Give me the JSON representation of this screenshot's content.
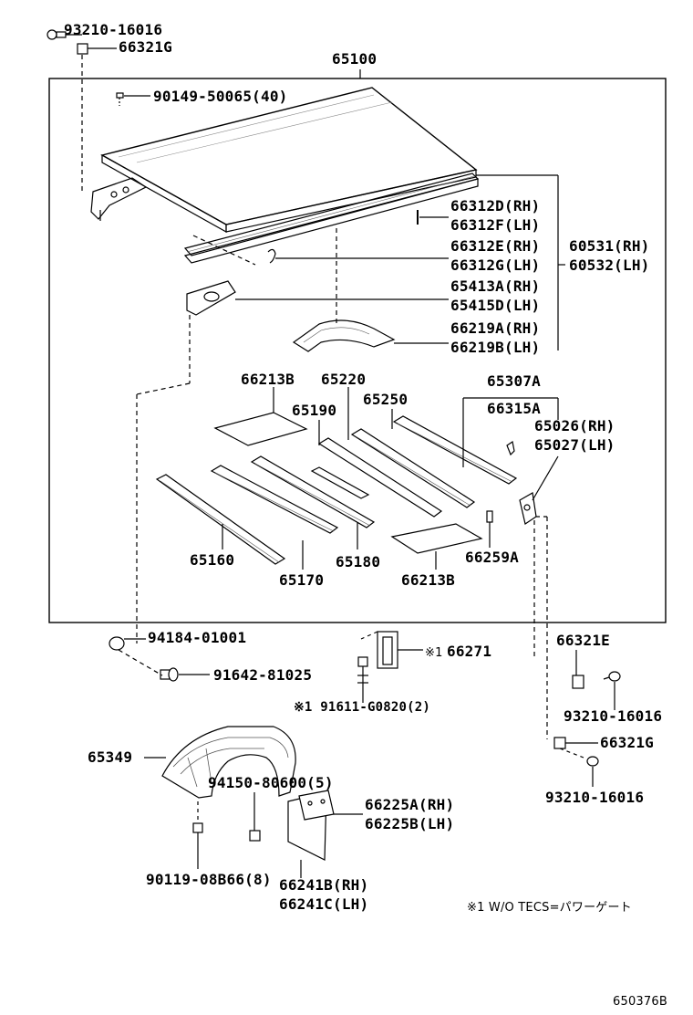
{
  "diagram": {
    "assembly_number": "65100",
    "figure_id": "650376B",
    "footnote": "※1 W/O TECS=パワーゲート",
    "part_labels": {
      "p93210_top": "93210-16016",
      "p66321G_top": "66321G",
      "p90149": "90149-50065(40)",
      "p66312D": "66312D(RH)",
      "p66312F": "66312F(LH)",
      "p66312E": "66312E(RH)",
      "p66312G": "66312G(LH)",
      "p60531": "60531(RH)",
      "p60532": "60532(LH)",
      "p65413A": "65413A(RH)",
      "p65415D": "65415D(LH)",
      "p66219A": "66219A(RH)",
      "p66219B": "66219B(LH)",
      "p66213B_top": "66213B",
      "p65220": "65220",
      "p65307A": "65307A",
      "p65190": "65190",
      "p65250": "65250",
      "p66315A": "66315A",
      "p65026": "65026(RH)",
      "p65027": "65027(LH)",
      "p65160": "65160",
      "p65180": "65180",
      "p66259A": "66259A",
      "p65170": "65170",
      "p66213B_bot": "66213B",
      "p94184": "94184-01001",
      "p91642": "91642-81025",
      "p66271": "66271",
      "p66271_mark": "※1",
      "p91611": "※1 91611-G0820(2)",
      "p66321E": "66321E",
      "p93210_mid": "93210-16016",
      "p66321G_bot": "66321G",
      "p93210_bot": "93210-16016",
      "p65349": "65349",
      "p94150": "94150-80600(5)",
      "p66225A": "66225A(RH)",
      "p66225B": "66225B(LH)",
      "p90119": "90119-08B66(8)",
      "p66241B": "66241B(RH)",
      "p66241C": "66241C(LH)"
    }
  }
}
